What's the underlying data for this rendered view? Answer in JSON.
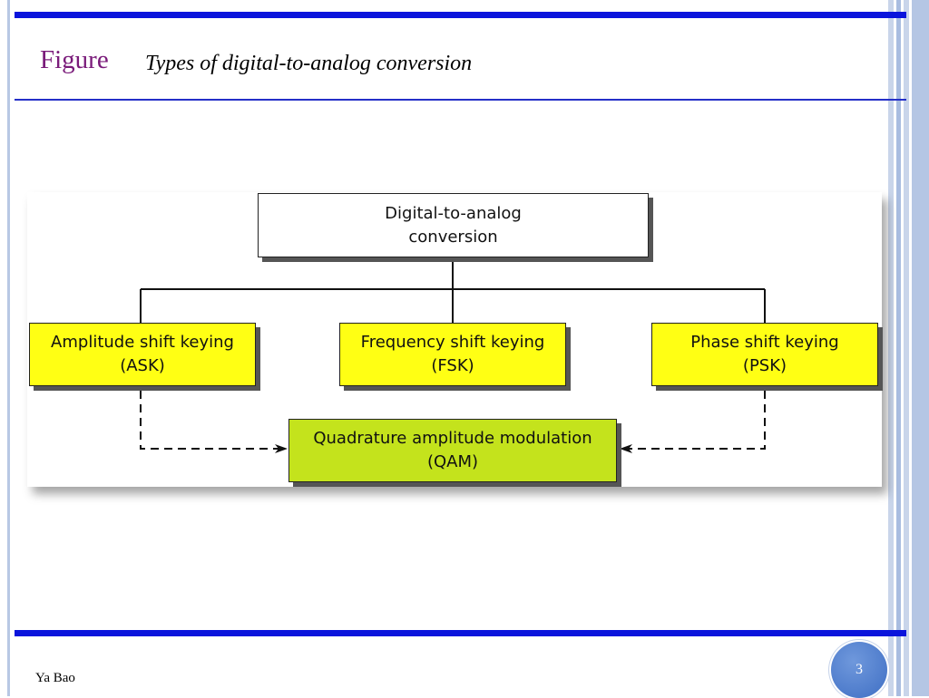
{
  "slide": {
    "title_prefix": "Figure",
    "title": "Types of digital-to-analog conversion",
    "footer_author": "Ya Bao",
    "page_number": "3"
  },
  "diagram": {
    "root": {
      "line1": "Digital-to-analog",
      "line2": "conversion"
    },
    "ask": {
      "line1": "Amplitude shift keying",
      "line2": "(ASK)"
    },
    "fsk": {
      "line1": "Frequency shift keying",
      "line2": "(FSK)"
    },
    "psk": {
      "line1": "Phase shift keying",
      "line2": "(PSK)"
    },
    "qam": {
      "line1": "Quadrature amplitude modulation",
      "line2": "(QAM)"
    }
  },
  "colors": {
    "bar_blue": "#0a14dc",
    "title_purple": "#7a1b7a",
    "keying_yellow": "#ffff14",
    "qam_green": "#c4e31c",
    "page_circle_blue": "#4a7bcc"
  }
}
